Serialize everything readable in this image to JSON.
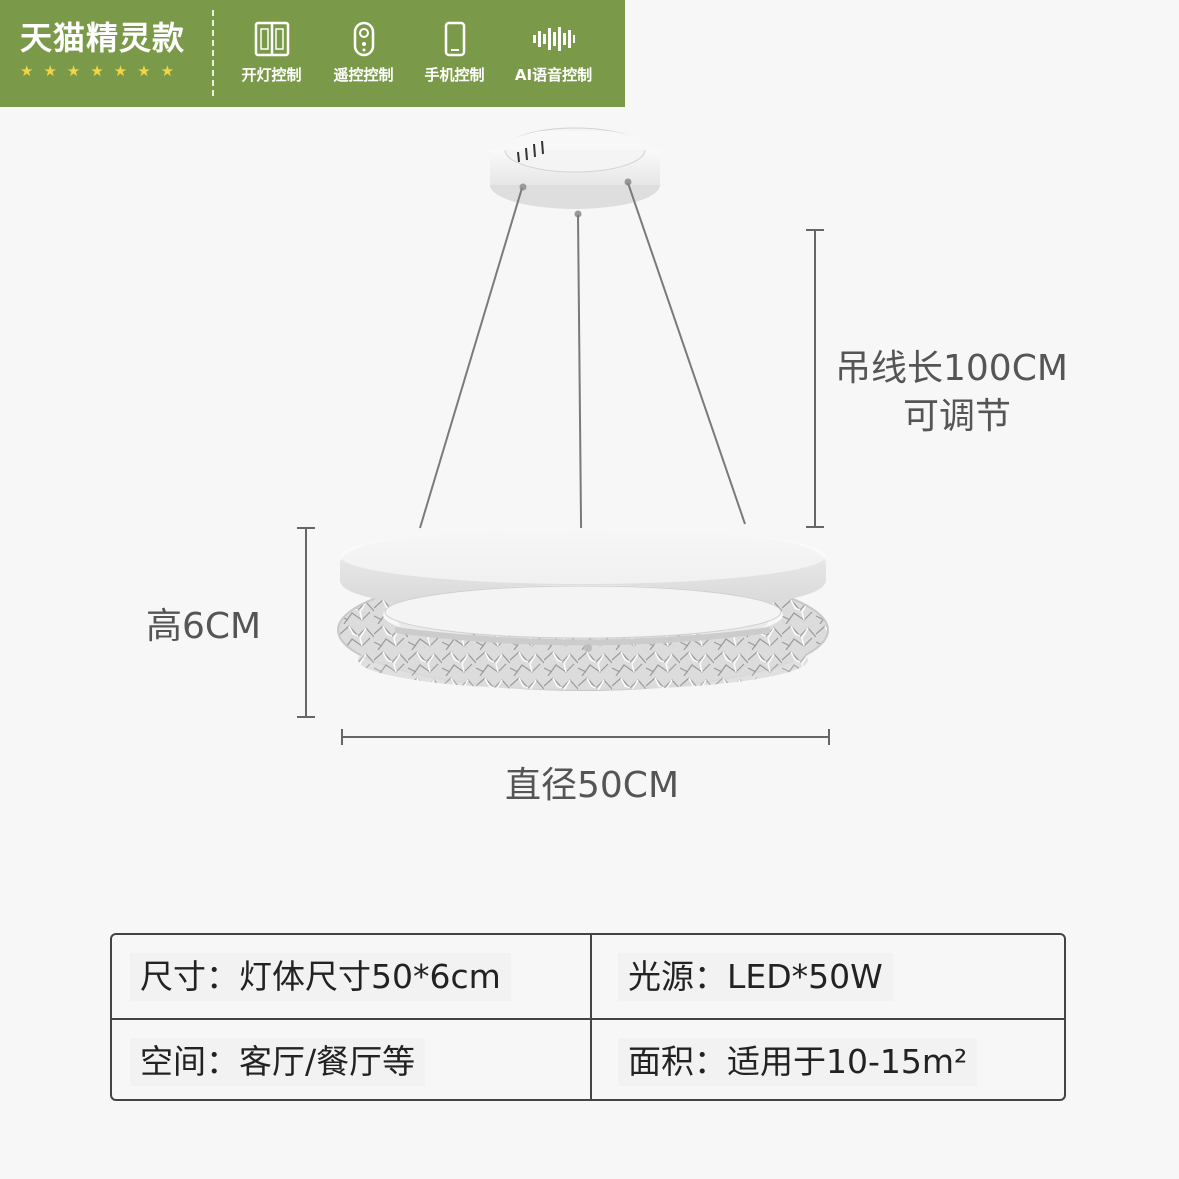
{
  "banner": {
    "title": "天猫精灵款",
    "stars": "★★★★★★★",
    "features": [
      {
        "icon": "switch-icon",
        "label": "开灯控制"
      },
      {
        "icon": "remote-icon",
        "label": "遥控控制"
      },
      {
        "icon": "phone-icon",
        "label": "手机控制"
      },
      {
        "icon": "voice-icon",
        "label": "AI语音控制"
      }
    ],
    "colors": {
      "background": "#7b9a49",
      "stars": "#f2d542"
    }
  },
  "dimensions": {
    "cable_line1": "吊线长100CM",
    "cable_line2": "可调节",
    "height": "高6CM",
    "diameter": "直径50CM"
  },
  "specs": {
    "size": "尺寸：灯体尺寸50*6cm",
    "light_source": "光源：LED*50W",
    "space": "空间：客厅/餐厅等",
    "area": "面积：适用于10-15m²"
  }
}
